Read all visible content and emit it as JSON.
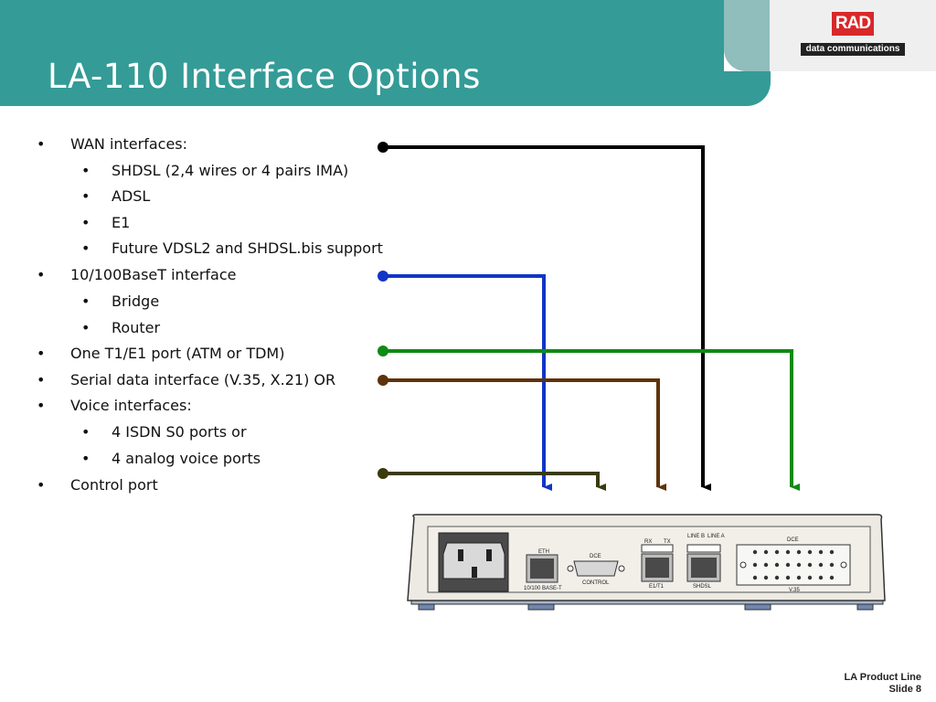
{
  "slide": {
    "title": "LA-110 Interface Options",
    "logo": {
      "mark": "RAD",
      "tagline": "data communications"
    },
    "footer": {
      "line1": "LA Product Line",
      "line2": "Slide 8"
    }
  },
  "bullets": [
    {
      "text": "WAN interfaces:",
      "level": 1
    },
    {
      "text": "SHDSL (2,4 wires or 4 pairs IMA)",
      "level": 2
    },
    {
      "text": "ADSL",
      "level": 2
    },
    {
      "text": "E1",
      "level": 2
    },
    {
      "text": "Future VDSL2 and SHDSL.bis support",
      "level": 2
    },
    {
      "text": "10/100BaseT  interface",
      "level": 1
    },
    {
      "text": "Bridge",
      "level": 2
    },
    {
      "text": "Router",
      "level": 2
    },
    {
      "text": "One T1/E1 port (ATM or TDM)",
      "level": 1
    },
    {
      "text": "Serial data interface (V.35, X.21) OR",
      "level": 1
    },
    {
      "text": "Voice interfaces:",
      "level": 1
    },
    {
      "text": "4 ISDN S0 ports or",
      "level": 2
    },
    {
      "text": "4 analog voice ports",
      "level": 2
    },
    {
      "text": "Control port",
      "level": 1
    }
  ],
  "bullet_glyph": "•",
  "connectors": [
    {
      "name": "wan-connector",
      "color": "#000000"
    },
    {
      "name": "ethernet-connector",
      "color": "#1235C6"
    },
    {
      "name": "t1e1-connector",
      "color": "#0F8A16"
    },
    {
      "name": "serial-connector",
      "color": "#5E330B"
    },
    {
      "name": "control-connector",
      "color": "#3A3A0C"
    }
  ],
  "device": {
    "ports": {
      "eth": "ETH",
      "eth_sub": "10/100 BASE-T",
      "dce_control": "DCE",
      "control": "CONTROL",
      "rx": "RX",
      "tx": "TX",
      "e1t1": "E1/T1",
      "line_b": "LINE B",
      "line_a": "LINE A",
      "shdsl": "SHDSL",
      "dce_serial": "DCE",
      "v35": "V.35"
    }
  },
  "colors": {
    "header": "#349B97",
    "logo_red": "#d8282a"
  }
}
